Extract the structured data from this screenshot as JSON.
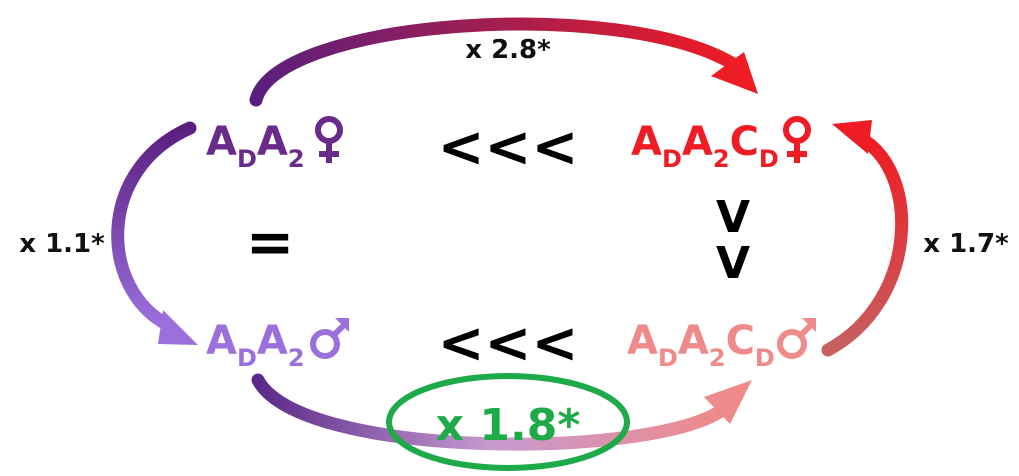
{
  "colors": {
    "female_plain": "#6a2a8a",
    "male_plain": "#9b6fdc",
    "female_cd": "#ee1c24",
    "male_cd": "#ef8a8a",
    "highlight": "#1faa4a",
    "text": "#111111"
  },
  "nodes": {
    "top_left": {
      "base": "A",
      "sub1": "D",
      "mid": "A",
      "sub2": "2",
      "tail": "",
      "sub3": "",
      "sex_icon": "female-symbol-icon"
    },
    "top_right": {
      "base": "A",
      "sub1": "D",
      "mid": "A",
      "sub2": "2",
      "tail": "C",
      "sub3": "D",
      "sex_icon": "female-symbol-icon"
    },
    "bottom_left": {
      "base": "A",
      "sub1": "D",
      "mid": "A",
      "sub2": "2",
      "tail": "",
      "sub3": "",
      "sex_icon": "male-symbol-icon"
    },
    "bottom_right": {
      "base": "A",
      "sub1": "D",
      "mid": "A",
      "sub2": "2",
      "tail": "C",
      "sub3": "D",
      "sex_icon": "male-symbol-icon"
    }
  },
  "relations": {
    "top": "<<<",
    "bottom": "<<<",
    "left": "=",
    "right_a": "V",
    "right_b": "V"
  },
  "factors": {
    "top": "x 2.8*",
    "left": "x 1.1*",
    "right": "x 1.7*",
    "bottom": "x 1.8*"
  }
}
